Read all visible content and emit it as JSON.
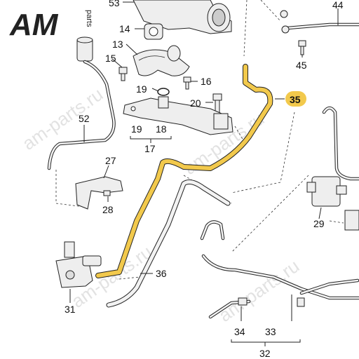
{
  "logo": {
    "letters": "AM",
    "sub": "parts"
  },
  "watermark": {
    "text": "am-parts.ru"
  },
  "highlight_color": "#f2c94c",
  "callouts": {
    "c53": "53",
    "c44": "44",
    "c14": "14",
    "c13": "13",
    "c15": "15",
    "c45": "45",
    "c16": "16",
    "c19": "19",
    "c20": "20",
    "c35": "35",
    "c52": "52",
    "c19b": "19",
    "c18": "18",
    "c17": "17",
    "c27": "27",
    "c28": "28",
    "c29": "29",
    "c36": "36",
    "c31": "31",
    "c34": "34",
    "c33": "33",
    "c32": "32"
  }
}
